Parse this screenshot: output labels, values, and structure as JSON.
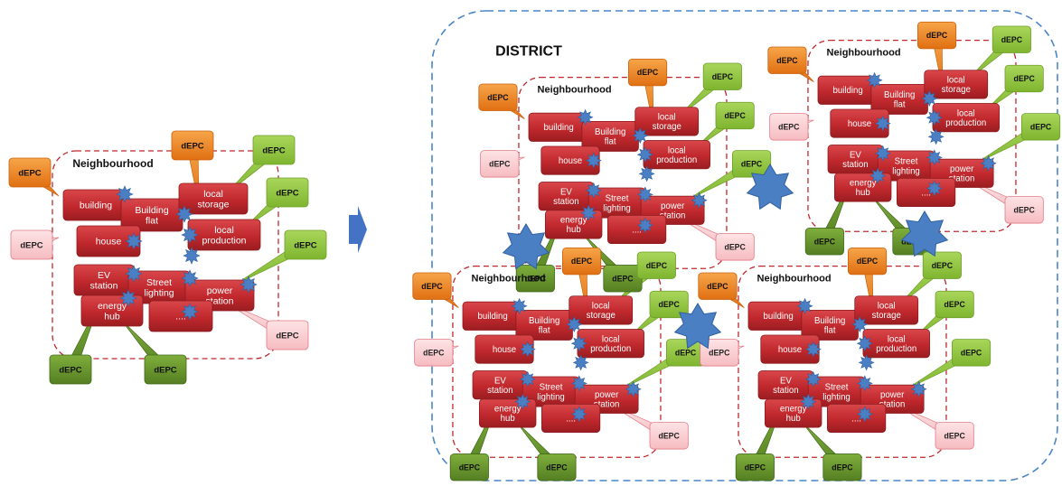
{
  "colors": {
    "red_box": "#c0282d",
    "red_box_dark": "#8e1a1e",
    "orange": "#f0841e",
    "green": "#8dc63f",
    "dark_green": "#5f8f2a",
    "pink": "#f9c7cb",
    "pink_border": "#e27a85",
    "star": "#4a7fc4",
    "red_dash": "#c0282d",
    "blue_dash": "#4a86c8",
    "arrow": "#4472c4"
  },
  "labels": {
    "neighbourhood": "Neighbourhood",
    "district": "DISTRICT",
    "building": "building",
    "building_flat": "Building flat",
    "local_storage": "local storage",
    "local_production": "local production",
    "house": "house",
    "ev_station": "EV station",
    "street_lighting": "Street lighting",
    "power_station": "power station",
    "energy_hub": "energy hub",
    "more": "....",
    "depc": "dEPC"
  }
}
